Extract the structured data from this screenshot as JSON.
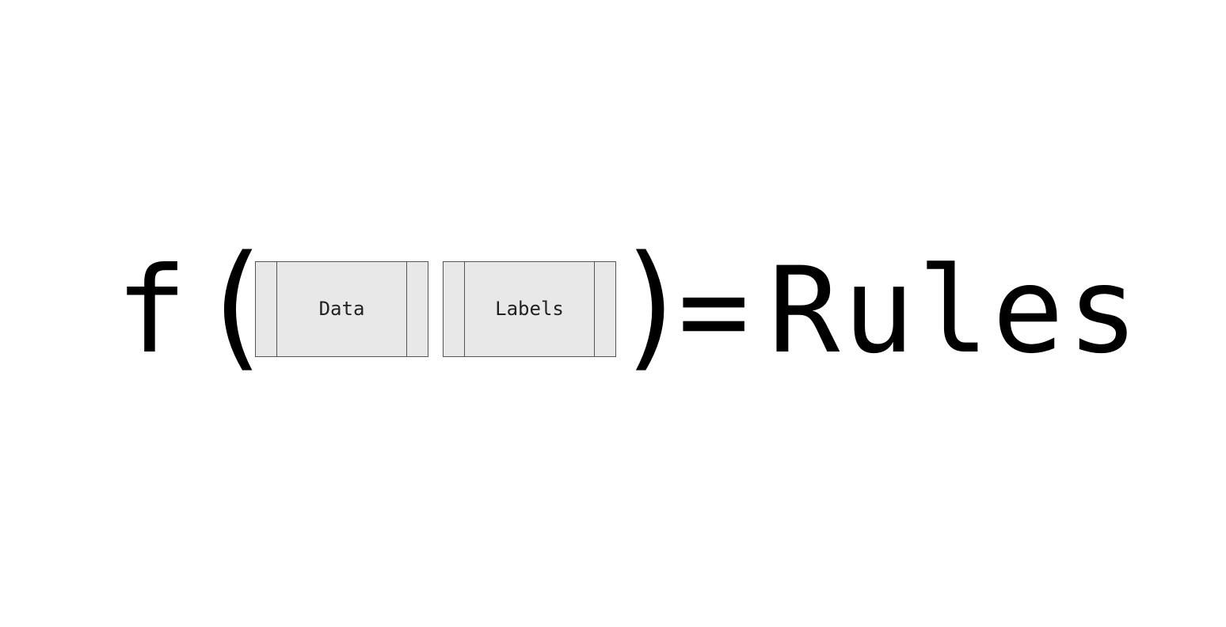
{
  "equation": {
    "function_name": "f",
    "open_paren": "(",
    "close_paren": ")",
    "equals_sign": "=",
    "result": "Rules",
    "arguments": [
      {
        "label": "Data"
      },
      {
        "label": "Labels"
      }
    ]
  },
  "colors": {
    "background": "#ffffff",
    "text": "#000000",
    "box_fill": "#e8e8e8",
    "box_border": "#555555"
  }
}
